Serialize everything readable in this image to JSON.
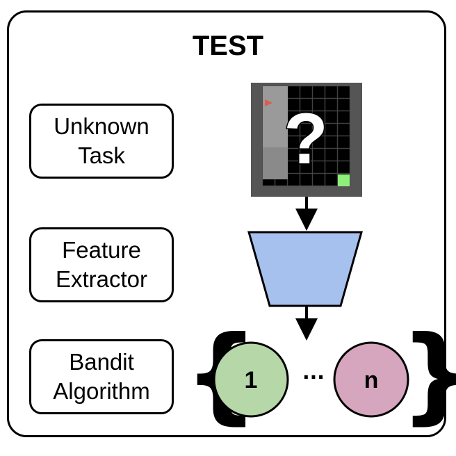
{
  "title": "TEST",
  "labels": {
    "unknown_task": [
      "Unknown",
      "Task"
    ],
    "feature_extractor": [
      "Feature",
      "Extractor"
    ],
    "bandit_algorithm": [
      "Bandit",
      "Algorithm"
    ]
  },
  "grid_question_mark": "?",
  "arms": {
    "first_label": "1",
    "ellipsis": "···",
    "last_label": "n",
    "open_brace": "{",
    "close_brace": "}"
  },
  "colors": {
    "trapezoid_fill": "#a7c1ee",
    "arm_1_fill": "#b6d7a8",
    "arm_n_fill": "#d5a6bd",
    "grid_outer": "#555555",
    "grid_cell": "#000000",
    "goal_cell": "#8ef07a",
    "agent_marker": "#e05a4f"
  }
}
